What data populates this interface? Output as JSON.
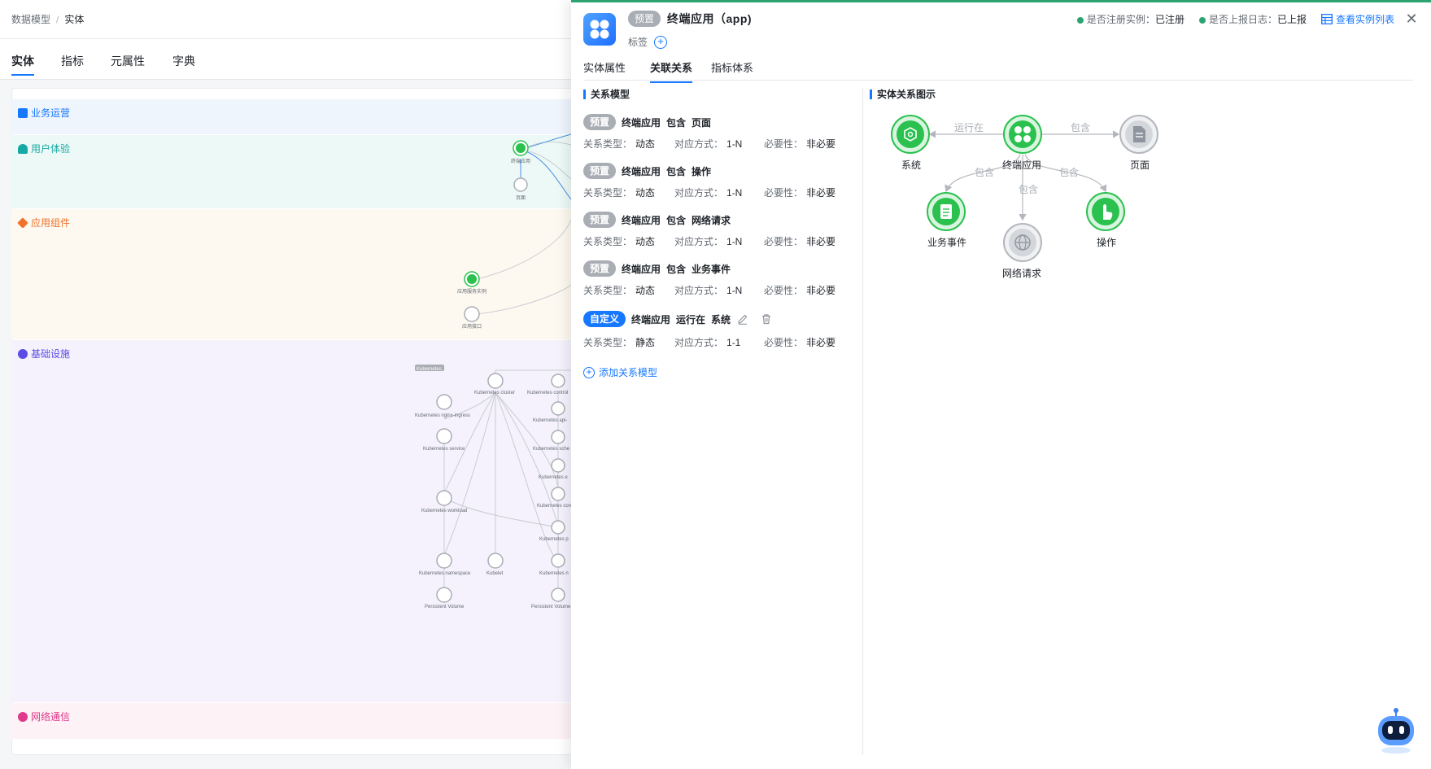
{
  "background": {
    "breadcrumb": [
      "数据模型",
      "实体"
    ],
    "tabs": [
      "实体",
      "指标",
      "元属性",
      "字典"
    ],
    "active_tab": "实体",
    "layers": [
      {
        "name": "业务运营",
        "color": "#1677ff"
      },
      {
        "name": "用户体验",
        "color": "#14a9a4"
      },
      {
        "name": "应用组件",
        "color": "#f0712c"
      },
      {
        "name": "基础设施",
        "color": "#5b4ce6"
      },
      {
        "name": "网络通信",
        "color": "#e0398b"
      }
    ],
    "graph_labels": {
      "app_small": "终端应用",
      "page_small": "页面",
      "app_service_instance": "应用服务实例",
      "app_interface": "应用接口",
      "k8s_group": "Kubernetes",
      "k8s_cluster": "Kubernetes cluster",
      "k8s_ingress": "Kubernetes nginx-ingress",
      "k8s_service": "Kubernetes service",
      "k8s_workload": "Kubernetes workload",
      "k8s_namespace": "Kubernetes namespace",
      "kubelet": "Kubelet",
      "pv1": "Persistent Volume",
      "pv2": "Persistent Volume",
      "k8s_control": "Kubernetes control",
      "k8s_api": "Kubernetes api-",
      "k8s_sche": "Kubernetes sche",
      "k8s_e": "Kubernetes e",
      "k8s_core": "Kubernetes core",
      "k8s_p": "Kubernetes p",
      "k8s_n": "Kubernetes n"
    }
  },
  "drawer": {
    "preset_tag": "预置",
    "title": "终端应用（app)",
    "label_text": "标签",
    "status": {
      "registered_label": "是否注册实例：",
      "registered_value": "已注册",
      "reported_label": "是否上报日志：",
      "reported_value": "已上报",
      "view_list": "查看实例列表"
    },
    "tabs": [
      "实体属性",
      "关联关系",
      "指标体系"
    ],
    "active_tab": "关联关系",
    "relation_section_title": "关系模型",
    "graph_section_title": "实体关系图示",
    "relations": [
      {
        "tag": "预置",
        "source": "终端应用",
        "verb": "包含",
        "target": "页面",
        "type_label": "关系类型：",
        "type": "动态",
        "map_label": "对应方式：",
        "map": "1-N",
        "req_label": "必要性：",
        "req": "非必要"
      },
      {
        "tag": "预置",
        "source": "终端应用",
        "verb": "包含",
        "target": "操作",
        "type_label": "关系类型：",
        "type": "动态",
        "map_label": "对应方式：",
        "map": "1-N",
        "req_label": "必要性：",
        "req": "非必要"
      },
      {
        "tag": "预置",
        "source": "终端应用",
        "verb": "包含",
        "target": "网络请求",
        "type_label": "关系类型：",
        "type": "动态",
        "map_label": "对应方式：",
        "map": "1-N",
        "req_label": "必要性：",
        "req": "非必要"
      },
      {
        "tag": "预置",
        "source": "终端应用",
        "verb": "包含",
        "target": "业务事件",
        "type_label": "关系类型：",
        "type": "动态",
        "map_label": "对应方式：",
        "map": "1-N",
        "req_label": "必要性：",
        "req": "非必要"
      },
      {
        "tag": "自定义",
        "source": "终端应用",
        "verb": "运行在",
        "target": "系统",
        "type_label": "关系类型：",
        "type": "静态",
        "map_label": "对应方式：",
        "map": "1-1",
        "req_label": "必要性：",
        "req": "非必要"
      }
    ],
    "add_relation": "添加关系模型",
    "graph": {
      "nodes": {
        "system": "系统",
        "app": "终端应用",
        "page": "页面",
        "event": "业务事件",
        "network": "网络请求",
        "operation": "操作"
      },
      "edges": {
        "run_on": "运行在",
        "contains_page": "包含",
        "contains_event": "包含",
        "contains_network": "包含",
        "contains_operation": "包含"
      },
      "colors": {
        "green": "#2bc14f",
        "grey": "#9aa0a8"
      }
    }
  }
}
